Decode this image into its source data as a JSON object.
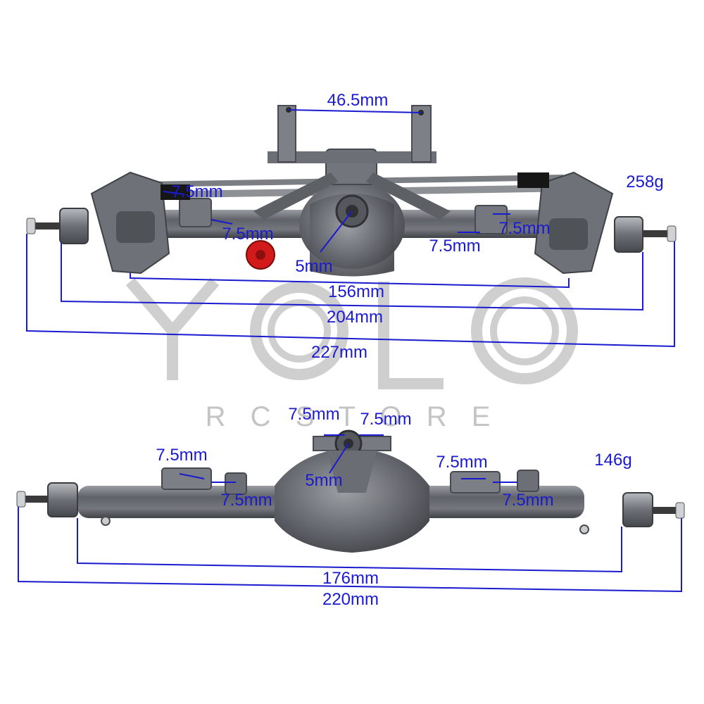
{
  "watermark": {
    "brand": "YOLO",
    "sub": "R C S T O R E"
  },
  "front_axle": {
    "weight": "258g",
    "link_mount_width": "46.5mm",
    "link_hole_upper_left": "7.5mm",
    "link_hole_lower_left": "7.5mm",
    "link_hole_upper_right": "7.5mm",
    "link_hole_lower_right": "7.5mm",
    "pinion_offset": "5mm",
    "width_inner": "156mm",
    "width_hex": "204mm",
    "width_total": "227mm"
  },
  "rear_axle": {
    "weight": "146g",
    "top_mount_left": "7.5mm",
    "top_mount_right": "7.5mm",
    "link_upper_left": "7.5mm",
    "link_lower_left": "7.5mm",
    "link_upper_right": "7.5mm",
    "link_lower_right": "7.5mm",
    "pinion_offset": "5mm",
    "width_hex": "176mm",
    "width_total": "220mm"
  },
  "colors": {
    "dimension": "#1a1ad0",
    "metal": "#6e7177",
    "metal_dark": "#3e4045",
    "red_cap": "#d21a1a",
    "watermark": "#c9c9c9"
  }
}
